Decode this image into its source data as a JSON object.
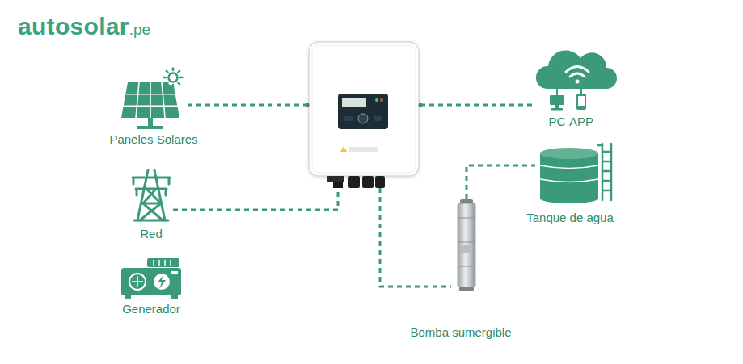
{
  "diagram": {
    "nodes": [
      {
        "text": [
          "Paneles Solares"
        ]
      },
      {
        "text": []
      },
      {
        "text": [
          "PC",
          "APP"
        ]
      },
      {
        "text": [
          "Red"
        ]
      },
      {
        "text": [
          "Tanque de agua"
        ]
      },
      {
        "text": [
          "Bomba sumergible"
        ]
      },
      {
        "text": [
          "Generador"
        ]
      }
    ],
    "edges": [
      {
        "from": 0,
        "to": 1,
        "arrow": "none"
      },
      {
        "from": 3,
        "to": 1,
        "arrow": "none"
      },
      {
        "from": 1,
        "to": 2,
        "arrow": "none"
      },
      {
        "from": 1,
        "to": 5,
        "arrow": "none"
      },
      {
        "from": 5,
        "to": 4,
        "arrow": "none"
      }
    ],
    "labels": [
      "autosolar",
      ".pe"
    ]
  }
}
